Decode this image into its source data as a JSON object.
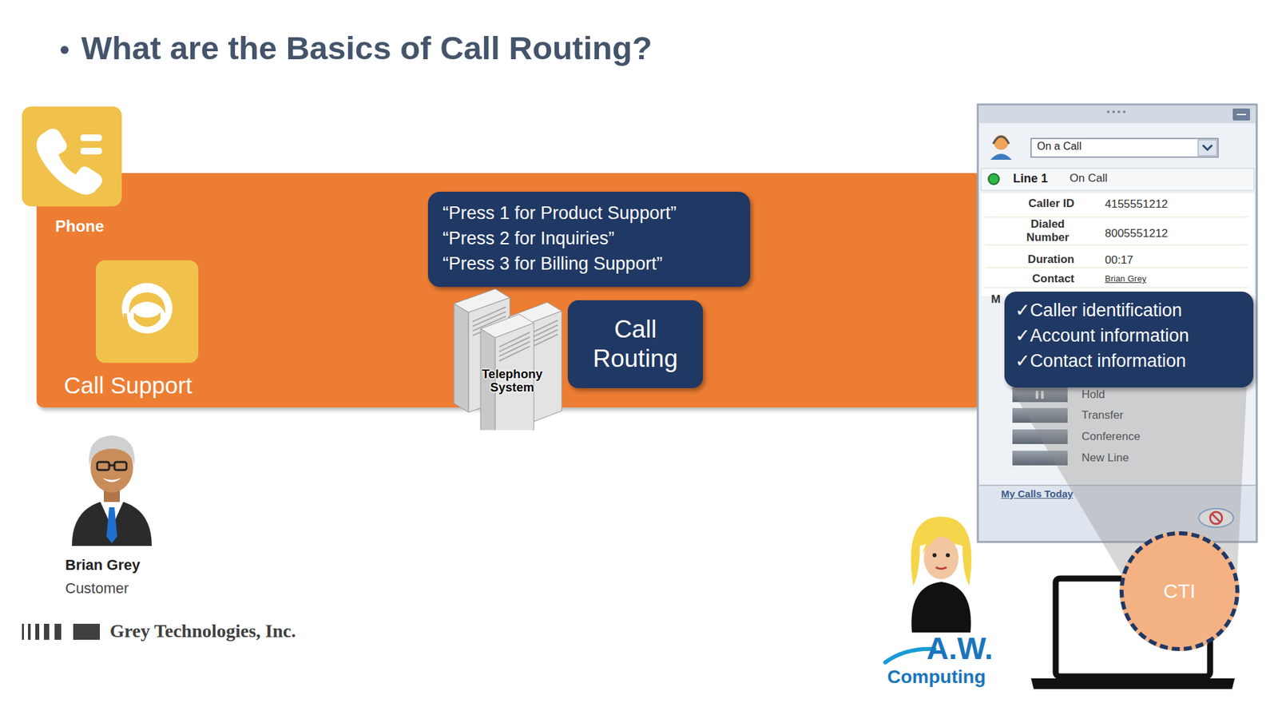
{
  "diagram": {
    "title": "What are the Basics of Call Routing?",
    "nodes": [
      {
        "text": [
          "Phone"
        ]
      },
      {
        "text": [
          "Call Support"
        ]
      },
      {
        "text": [
          "“Press 1 for Product Support”",
          "“Press 2 for Inquiries”",
          "“Press 3 for Billing Support”"
        ]
      },
      {
        "text": [
          "Telephony System"
        ]
      },
      {
        "text": [
          "Call Routing"
        ]
      },
      {
        "text": [
          "✓Caller identification",
          "✓Account information",
          "✓Contact information"
        ]
      },
      {
        "text": [
          "CTI"
        ]
      }
    ],
    "labels": [
      "On a Call",
      "Line 1",
      "On Call",
      "Caller ID",
      "4155551212",
      "Dialed Number",
      "8005551212",
      "Duration",
      "00:17",
      "Contact",
      "Brian Grey",
      "M",
      "Hold",
      "Transfer",
      "Conference",
      "New Line",
      "My Calls Today",
      "Brian Grey",
      "Customer",
      "Grey Technologies, Inc.",
      "A.W.",
      "Computing"
    ]
  }
}
